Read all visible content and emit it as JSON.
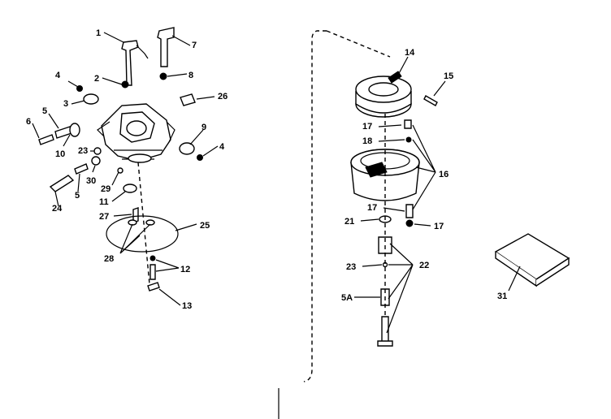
{
  "labels": {
    "l1": "1",
    "l2": "2",
    "l3": "3",
    "l4a": "4",
    "l4b": "4",
    "l5a": "5",
    "l5b": "5",
    "l5A": "5A",
    "l6": "6",
    "l7": "7",
    "l8": "8",
    "l9": "9",
    "l10": "10",
    "l11": "11",
    "l12": "12",
    "l13": "13",
    "l14": "14",
    "l15": "15",
    "l16": "16",
    "l17a": "17",
    "l17b": "17",
    "l17c": "17",
    "l18": "18",
    "l21": "21",
    "l22": "22",
    "l23a": "23",
    "l23b": "23",
    "l24": "24",
    "l25": "25",
    "l26": "26",
    "l27": "27",
    "l28": "28",
    "l29": "29",
    "l30": "30",
    "l31": "31"
  }
}
